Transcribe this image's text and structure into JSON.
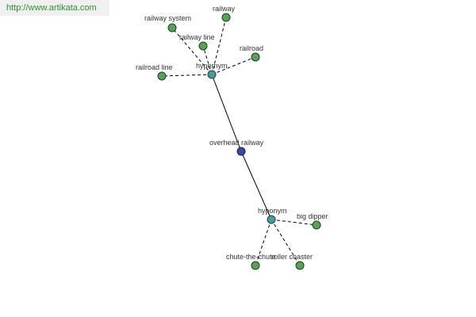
{
  "watermark": {
    "text": "http://www.artikata.com"
  },
  "diagram": {
    "root": {
      "label": "overhead railway"
    },
    "relations": [
      {
        "id": "rel1",
        "label": "hypernym",
        "terms": [
          "railway system",
          "railway",
          "railway line",
          "railroad",
          "railroad line"
        ]
      },
      {
        "id": "rel2",
        "label": "hyponym",
        "terms": [
          "big dipper",
          "chute-the-chute",
          "roller coaster"
        ]
      }
    ],
    "colors": {
      "leaf": "#5aa05a",
      "relation": "#4a9a9a",
      "root": "#3a4a9a"
    }
  }
}
